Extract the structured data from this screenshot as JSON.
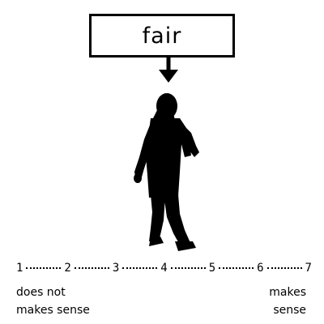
{
  "prompt_word": "fair",
  "scale": {
    "points": [
      "1",
      "2",
      "3",
      "4",
      "5",
      "6",
      "7"
    ],
    "left_anchor": [
      "does not",
      "makes sense"
    ],
    "right_anchor": [
      "makes",
      "sense"
    ]
  },
  "icons": {
    "arrow": "down-arrow-icon",
    "figure": "walking-person-silhouette"
  },
  "colors": {
    "ink": "#000000",
    "background": "#ffffff"
  }
}
